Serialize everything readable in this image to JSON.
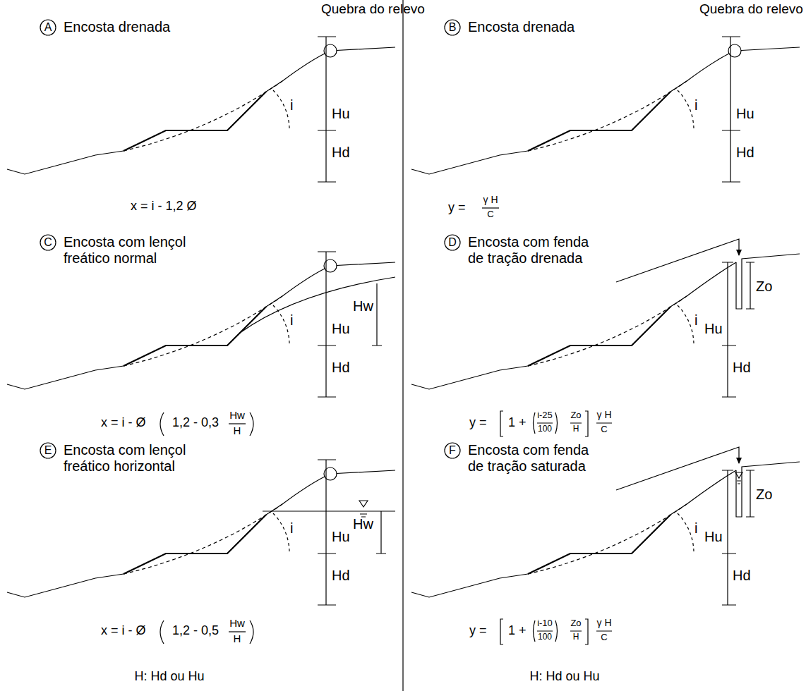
{
  "diagram": {
    "nodes": [
      {
        "text": [
          "A",
          "Encosta drenada"
        ]
      },
      {
        "text": [
          "B",
          "Encosta drenada"
        ]
      },
      {
        "text": [
          "C",
          "Encosta com lençol freático normal"
        ]
      },
      {
        "text": [
          "D",
          "Encosta com fenda de tração drenada"
        ]
      },
      {
        "text": [
          "E",
          "Encosta com lençol freático horizontal"
        ]
      },
      {
        "text": [
          "F",
          "Encosta com fenda de tração saturada"
        ]
      }
    ],
    "labels": [
      "Quebra do relevo",
      "i",
      "Hu",
      "Hd",
      "x = i - 1,2 Ø",
      "Quebra do relevo",
      "i",
      "Hu",
      "Hd",
      "y =",
      "γ H",
      "C",
      "i",
      "Hu",
      "Hw",
      "Hd",
      "x = i - Ø",
      "1,2 - 0,3",
      "Hw",
      "H",
      "Hu",
      "i",
      "Zo",
      "Hd",
      "y =",
      "1 +",
      "i-25",
      "100",
      "Zo",
      "H",
      "γ H",
      "C",
      "i",
      "Hu",
      "Hw",
      "Hd",
      "x = i - Ø",
      "1,2 - 0,5",
      "Hw",
      "H",
      "Hu",
      "i",
      "Zo",
      "Hd",
      "y =",
      "1 +",
      "i-10",
      "100",
      "Zo",
      "H",
      "γ H",
      "C",
      "H: Hd ou Hu",
      "H: Hd ou Hu"
    ]
  }
}
